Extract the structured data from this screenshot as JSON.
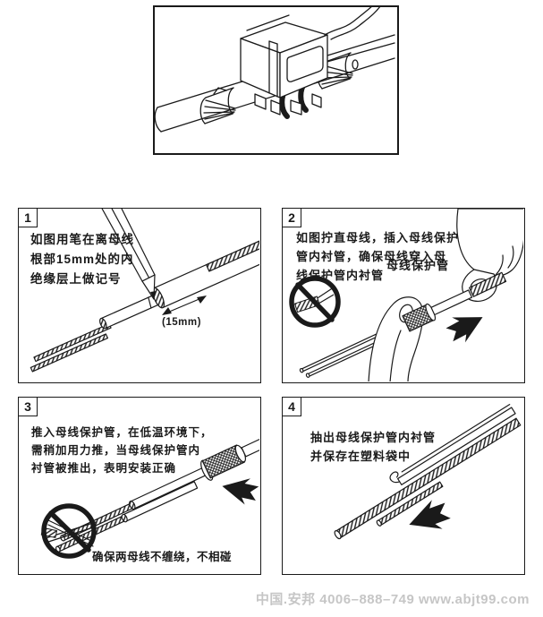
{
  "page": {
    "background": "#ffffff",
    "line_color": "#1a1a1a"
  },
  "panels": [
    {
      "number": "1",
      "lines": [
        "如图用笔在离母线",
        "根部15mm处的内",
        "绝缘层上做记号"
      ],
      "dimension_label": "(15mm)"
    },
    {
      "number": "2",
      "lines": [
        "如图拧直母线，插入母线保护",
        "管内衬管，确保母线穿入母",
        "线保护管内衬管"
      ],
      "tube_label": "母线保护管"
    },
    {
      "number": "3",
      "lines": [
        "推入母线保护管，在低温环境下，",
        "需稍加用力推，当母线保护管内",
        "衬管被推出，表明安装正确"
      ],
      "caution_label": "确保两母线不缠绕，不相碰"
    },
    {
      "number": "4",
      "lines": [
        "抽出母线保护管内衬管",
        "并保存在塑料袋中"
      ]
    }
  ],
  "footer": {
    "watermark": "中国.安邦 4006–888–749 www.abjt99.com",
    "color": "#c6c6c6"
  }
}
